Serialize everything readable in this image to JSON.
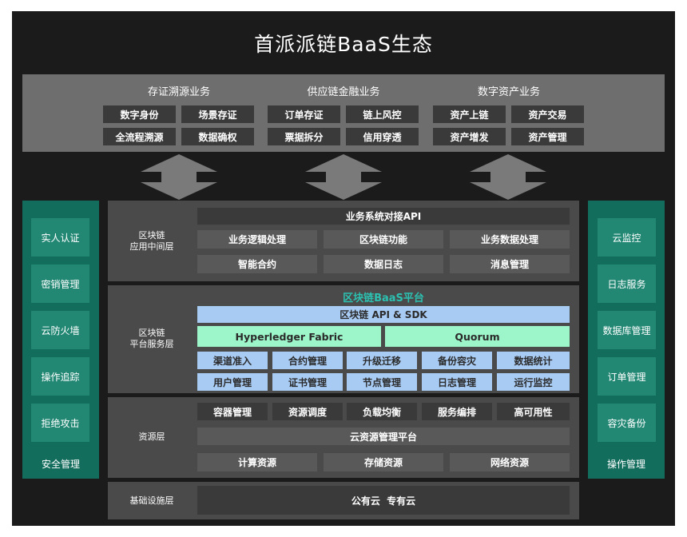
{
  "title": "首派派链BaaS生态",
  "business": {
    "categories": [
      {
        "name": "存证溯源业务",
        "items": [
          "数字身份",
          "场景存证",
          "全流程溯源",
          "数据确权"
        ]
      },
      {
        "name": "供应链金融业务",
        "items": [
          "订单存证",
          "链上风控",
          "票据拆分",
          "信用穿透"
        ]
      },
      {
        "name": "数字资产业务",
        "items": [
          "资产上链",
          "资产交易",
          "资产增发",
          "资产管理"
        ]
      }
    ]
  },
  "left_sidebar": {
    "items": [
      "实人认证",
      "密销管理",
      "云防火墙",
      "操作追踪",
      "拒绝攻击"
    ],
    "label": "安全管理"
  },
  "right_sidebar": {
    "items": [
      "云监控",
      "日志服务",
      "数据库管理",
      "订单管理",
      "容灾备份"
    ],
    "label": "操作管理"
  },
  "app_layer": {
    "label_line1": "区块链",
    "label_line2": "应用中间层",
    "api_bar": "业务系统对接API",
    "row1": [
      "业务逻辑处理",
      "区块链功能",
      "业务数据处理"
    ],
    "row2": [
      "智能合约",
      "数据日志",
      "消息管理"
    ]
  },
  "platform_layer": {
    "label_line1": "区块链",
    "label_line2": "平台服务层",
    "heading": "区块链BaaS平台",
    "sdk_bar": "区块链 API & SDK",
    "frameworks": [
      "Hyperledger Fabric",
      "Quorum"
    ],
    "row1": [
      "渠道准入",
      "合约管理",
      "升级迁移",
      "备份容灾",
      "数据统计"
    ],
    "row2": [
      "用户管理",
      "证书管理",
      "节点管理",
      "日志管理",
      "运行监控"
    ]
  },
  "resource_layer": {
    "label": "资源层",
    "row1": [
      "容器管理",
      "资源调度",
      "负载均衡",
      "服务编排",
      "高可用性"
    ],
    "platform_bar": "云资源管理平台",
    "row2": [
      "计算资源",
      "存储资源",
      "网络资源"
    ]
  },
  "infra_layer": {
    "label": "基础设施层",
    "bar": "公有云  专有云"
  },
  "colors": {
    "frame": "#1b1b1b",
    "business_panel": "#6e6e6e",
    "side_panel": "#126d5d",
    "side_item": "#228874",
    "blue_cell": "#a8cbf4",
    "mint_cell": "#9cf6c9",
    "heading_teal": "#2cc1b1"
  }
}
